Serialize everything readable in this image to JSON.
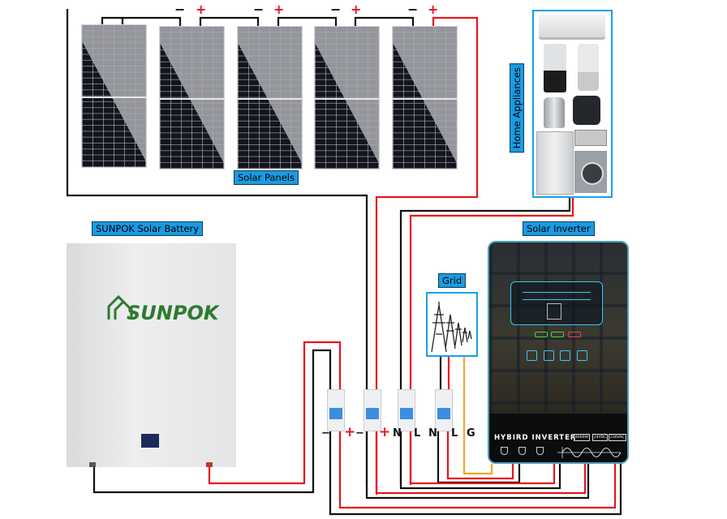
{
  "title": "Hybrid Solar System Wiring Diagram",
  "labels": {
    "solar_panels": "Solar Panels",
    "home_appliances": "Home Appliances",
    "battery": "SUNPOK Solar Battery",
    "inverter": "Solar Inverter",
    "grid": "Grid"
  },
  "solar_panels": {
    "count": 5,
    "polarity": [
      {
        "neg": "−",
        "pos": "+"
      },
      {
        "neg": "−",
        "pos": "+"
      },
      {
        "neg": "−",
        "pos": "+"
      },
      {
        "neg": "−",
        "pos": "+"
      }
    ]
  },
  "battery": {
    "brand_logo": "SUNPOK"
  },
  "inverter": {
    "model_text": "HYBIRD  INVERTER",
    "specs": [
      "4000W",
      "24VDC",
      "230VAC"
    ]
  },
  "breaker_terminals": [
    {
      "text": "−",
      "color": "dark"
    },
    {
      "text": "+",
      "color": "red"
    },
    {
      "text": "−",
      "color": "dark"
    },
    {
      "text": "+",
      "color": "red"
    },
    {
      "text": "N",
      "color": "dark"
    },
    {
      "text": "L",
      "color": "dark"
    },
    {
      "text": "N",
      "color": "dark"
    },
    {
      "text": "L",
      "color": "dark"
    },
    {
      "text": "G",
      "color": "dark"
    }
  ],
  "appliances": [
    "air-conditioner",
    "blender",
    "food-processor",
    "kettle",
    "air-fryer",
    "refrigerator",
    "toaster-oven",
    "washing-machine"
  ],
  "colors": {
    "positive_wire": "#e8141c",
    "negative_wire": "#111111",
    "ground_wire": "#f5a623",
    "label_bg": "#1a9be3",
    "frame_border": "#19a0e8"
  }
}
